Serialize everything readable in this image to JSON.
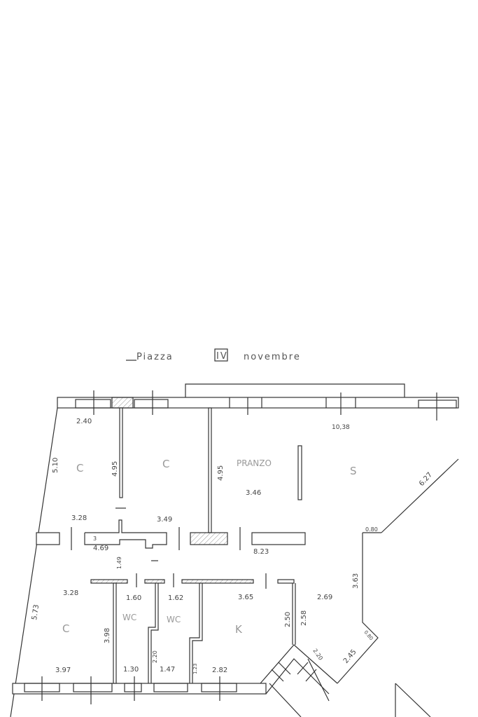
{
  "title": {
    "street": "Piazza",
    "numeral": "IV",
    "name": "novembre"
  },
  "rooms": {
    "c1": "C",
    "c2": "C",
    "pranzo": "PRANZO",
    "s": "S",
    "c3": "C",
    "wc1": "WC",
    "wc2": "WC",
    "k": "K"
  },
  "dimensions": {
    "d240": "2.40",
    "d1038": "10,38",
    "d510": "5.10",
    "d495a": "4.95",
    "d495b": "4.95",
    "d346": "3.46",
    "d627": "6.27",
    "d328a": "3.28",
    "d349": "3.49",
    "d080a": "0.80",
    "d3": "3",
    "d469": "4.69",
    "d823": "8.23",
    "d149": "1.49",
    "d363": "3.63",
    "d328b": "3.28",
    "d160": "1.60",
    "d162": "1.62",
    "d365": "3.65",
    "d269": "2.69",
    "d250": "2.50",
    "d258": "2.58",
    "d573": "5.73",
    "d398": "3.98",
    "d080b": "0.80",
    "d220a": "2.20",
    "d220b": "2.20",
    "d245": "2.45",
    "d397": "3.97",
    "d130": "1.30",
    "d147": "1.47",
    "d123": "1.23",
    "d282": "2.82"
  }
}
